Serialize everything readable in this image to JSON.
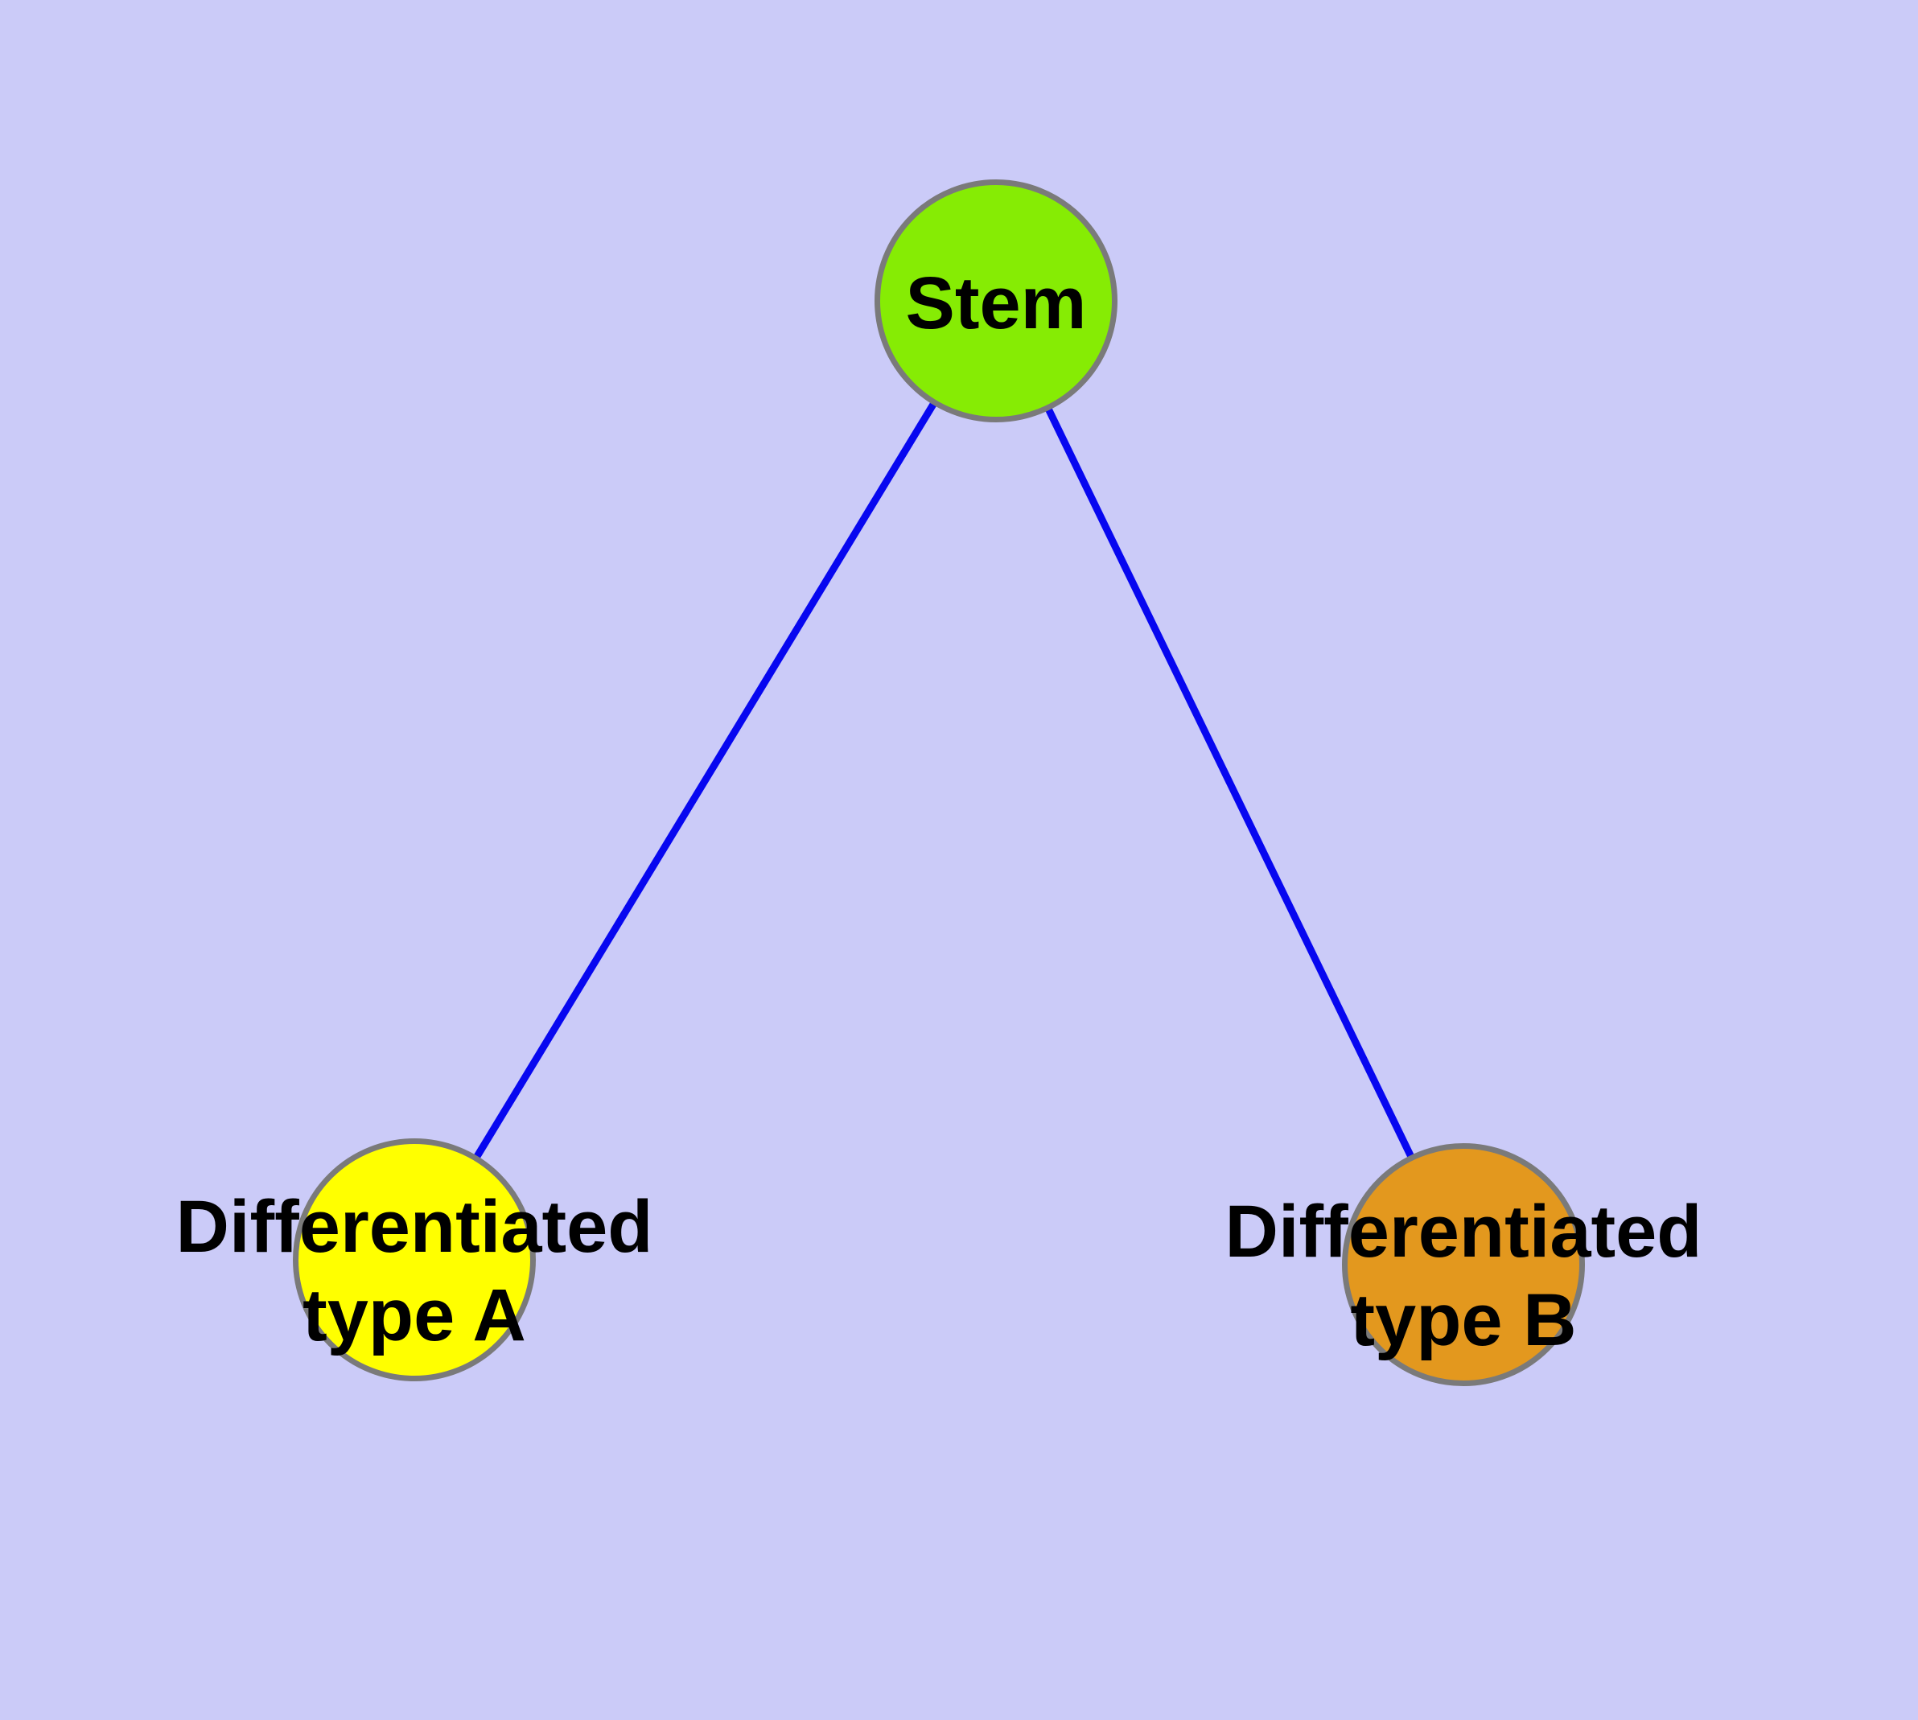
{
  "diagram": {
    "background_color": "#CBCBF8",
    "edge_color": "#0707F0",
    "node_border_color": "#7A7A7A",
    "nodes": [
      {
        "id": "stem",
        "fill": "#86EC04",
        "label_lines": [
          "Stem"
        ]
      },
      {
        "id": "type-a",
        "fill": "#FFFF00",
        "label_lines": [
          "Differentiated",
          "type A"
        ]
      },
      {
        "id": "type-b",
        "fill": "#E3981E",
        "label_lines": [
          "Differentiated",
          "type B"
        ]
      }
    ],
    "edges": [
      {
        "from": "stem",
        "to": "type-a"
      },
      {
        "from": "stem",
        "to": "type-b"
      }
    ]
  }
}
